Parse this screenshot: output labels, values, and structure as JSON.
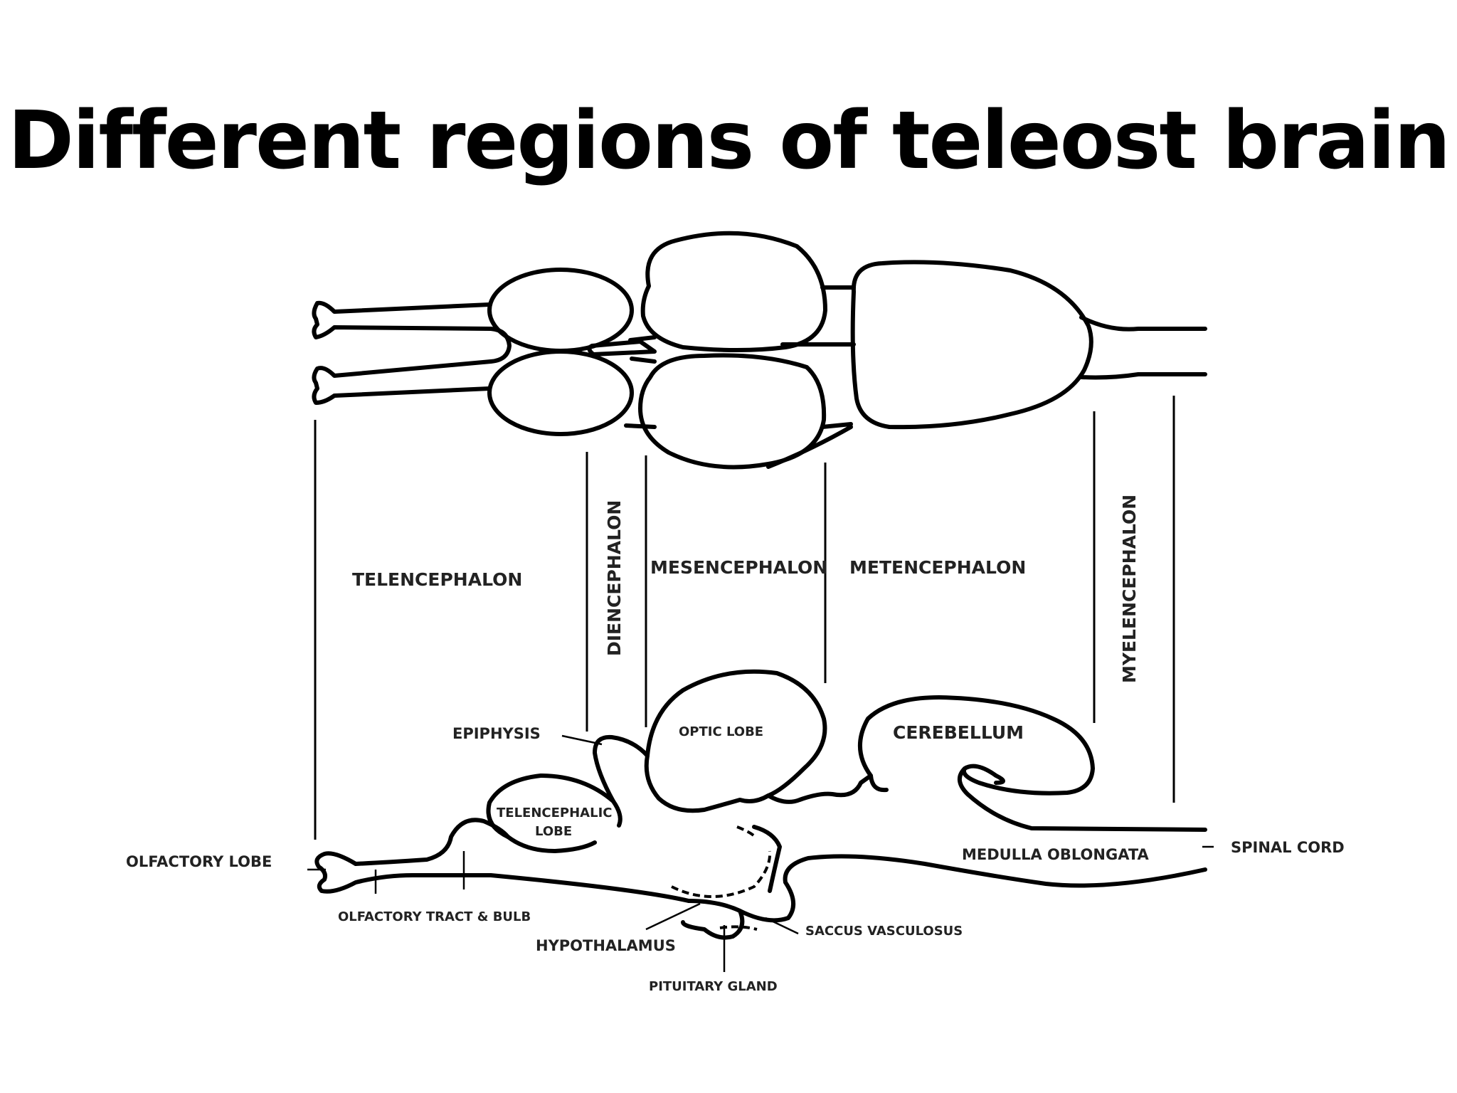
{
  "title": "Different regions of teleost brain",
  "regions": {
    "telencephalon": "TELENCEPHALON",
    "diencephalon": "DIENCEPHALON",
    "mesencephalon": "MESENCEPHALON",
    "metencephalon": "METENCEPHALON",
    "myelencephalon": "MYELENCEPHALON"
  },
  "labels": {
    "epiphysis": "EPIPHYSIS",
    "optic_lobe": "OPTIC LOBE",
    "cerebellum": "CEREBELLUM",
    "telencephalic_line1": "TELENCEPHALIC",
    "telencephalic_line2": "LOBE",
    "olfactory_lobe": "OLFACTORY LOBE",
    "medulla_oblongata": "MEDULLA OBLONGATA",
    "spinal_cord": "SPINAL CORD",
    "olfactory_tract_bulb": "OLFACTORY TRACT & BULB",
    "hypothalamus": "HYPOTHALAMUS",
    "saccus_vasculosus": "SACCUS VASCULOSUS",
    "pituitary_gland": "PITUITARY GLAND"
  }
}
